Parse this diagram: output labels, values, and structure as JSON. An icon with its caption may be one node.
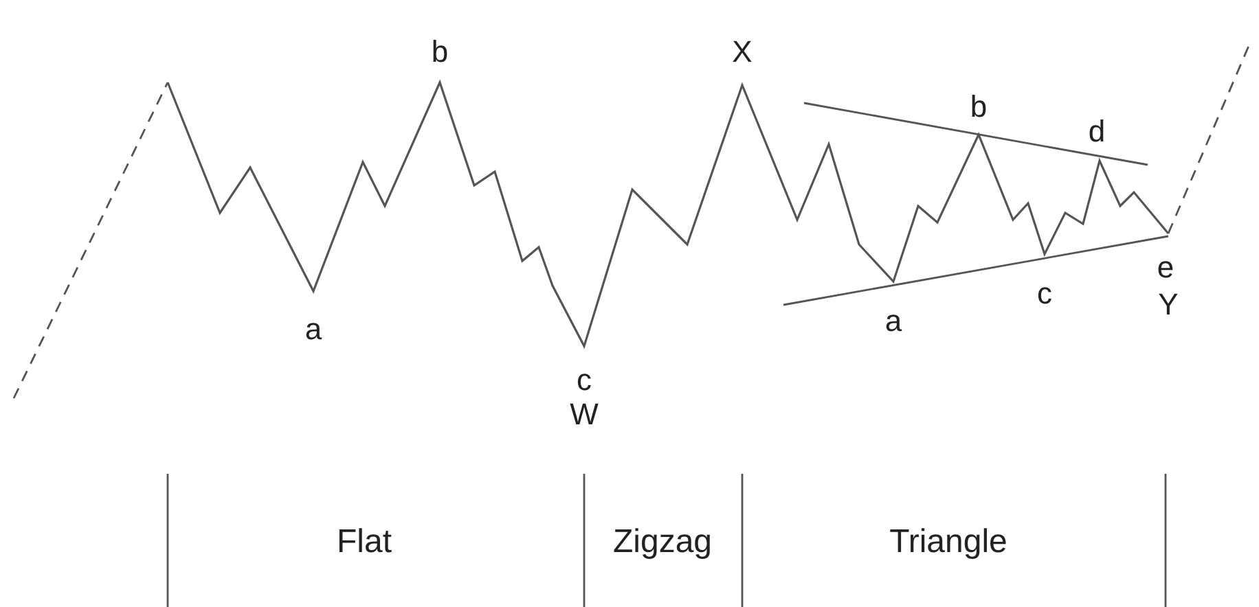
{
  "diagram": {
    "labels": [
      "b",
      "X",
      "b",
      "d",
      "e",
      "c",
      "Y",
      "a",
      "a",
      "c",
      "W",
      "Flat",
      "Zigzag",
      "Triangle"
    ]
  }
}
